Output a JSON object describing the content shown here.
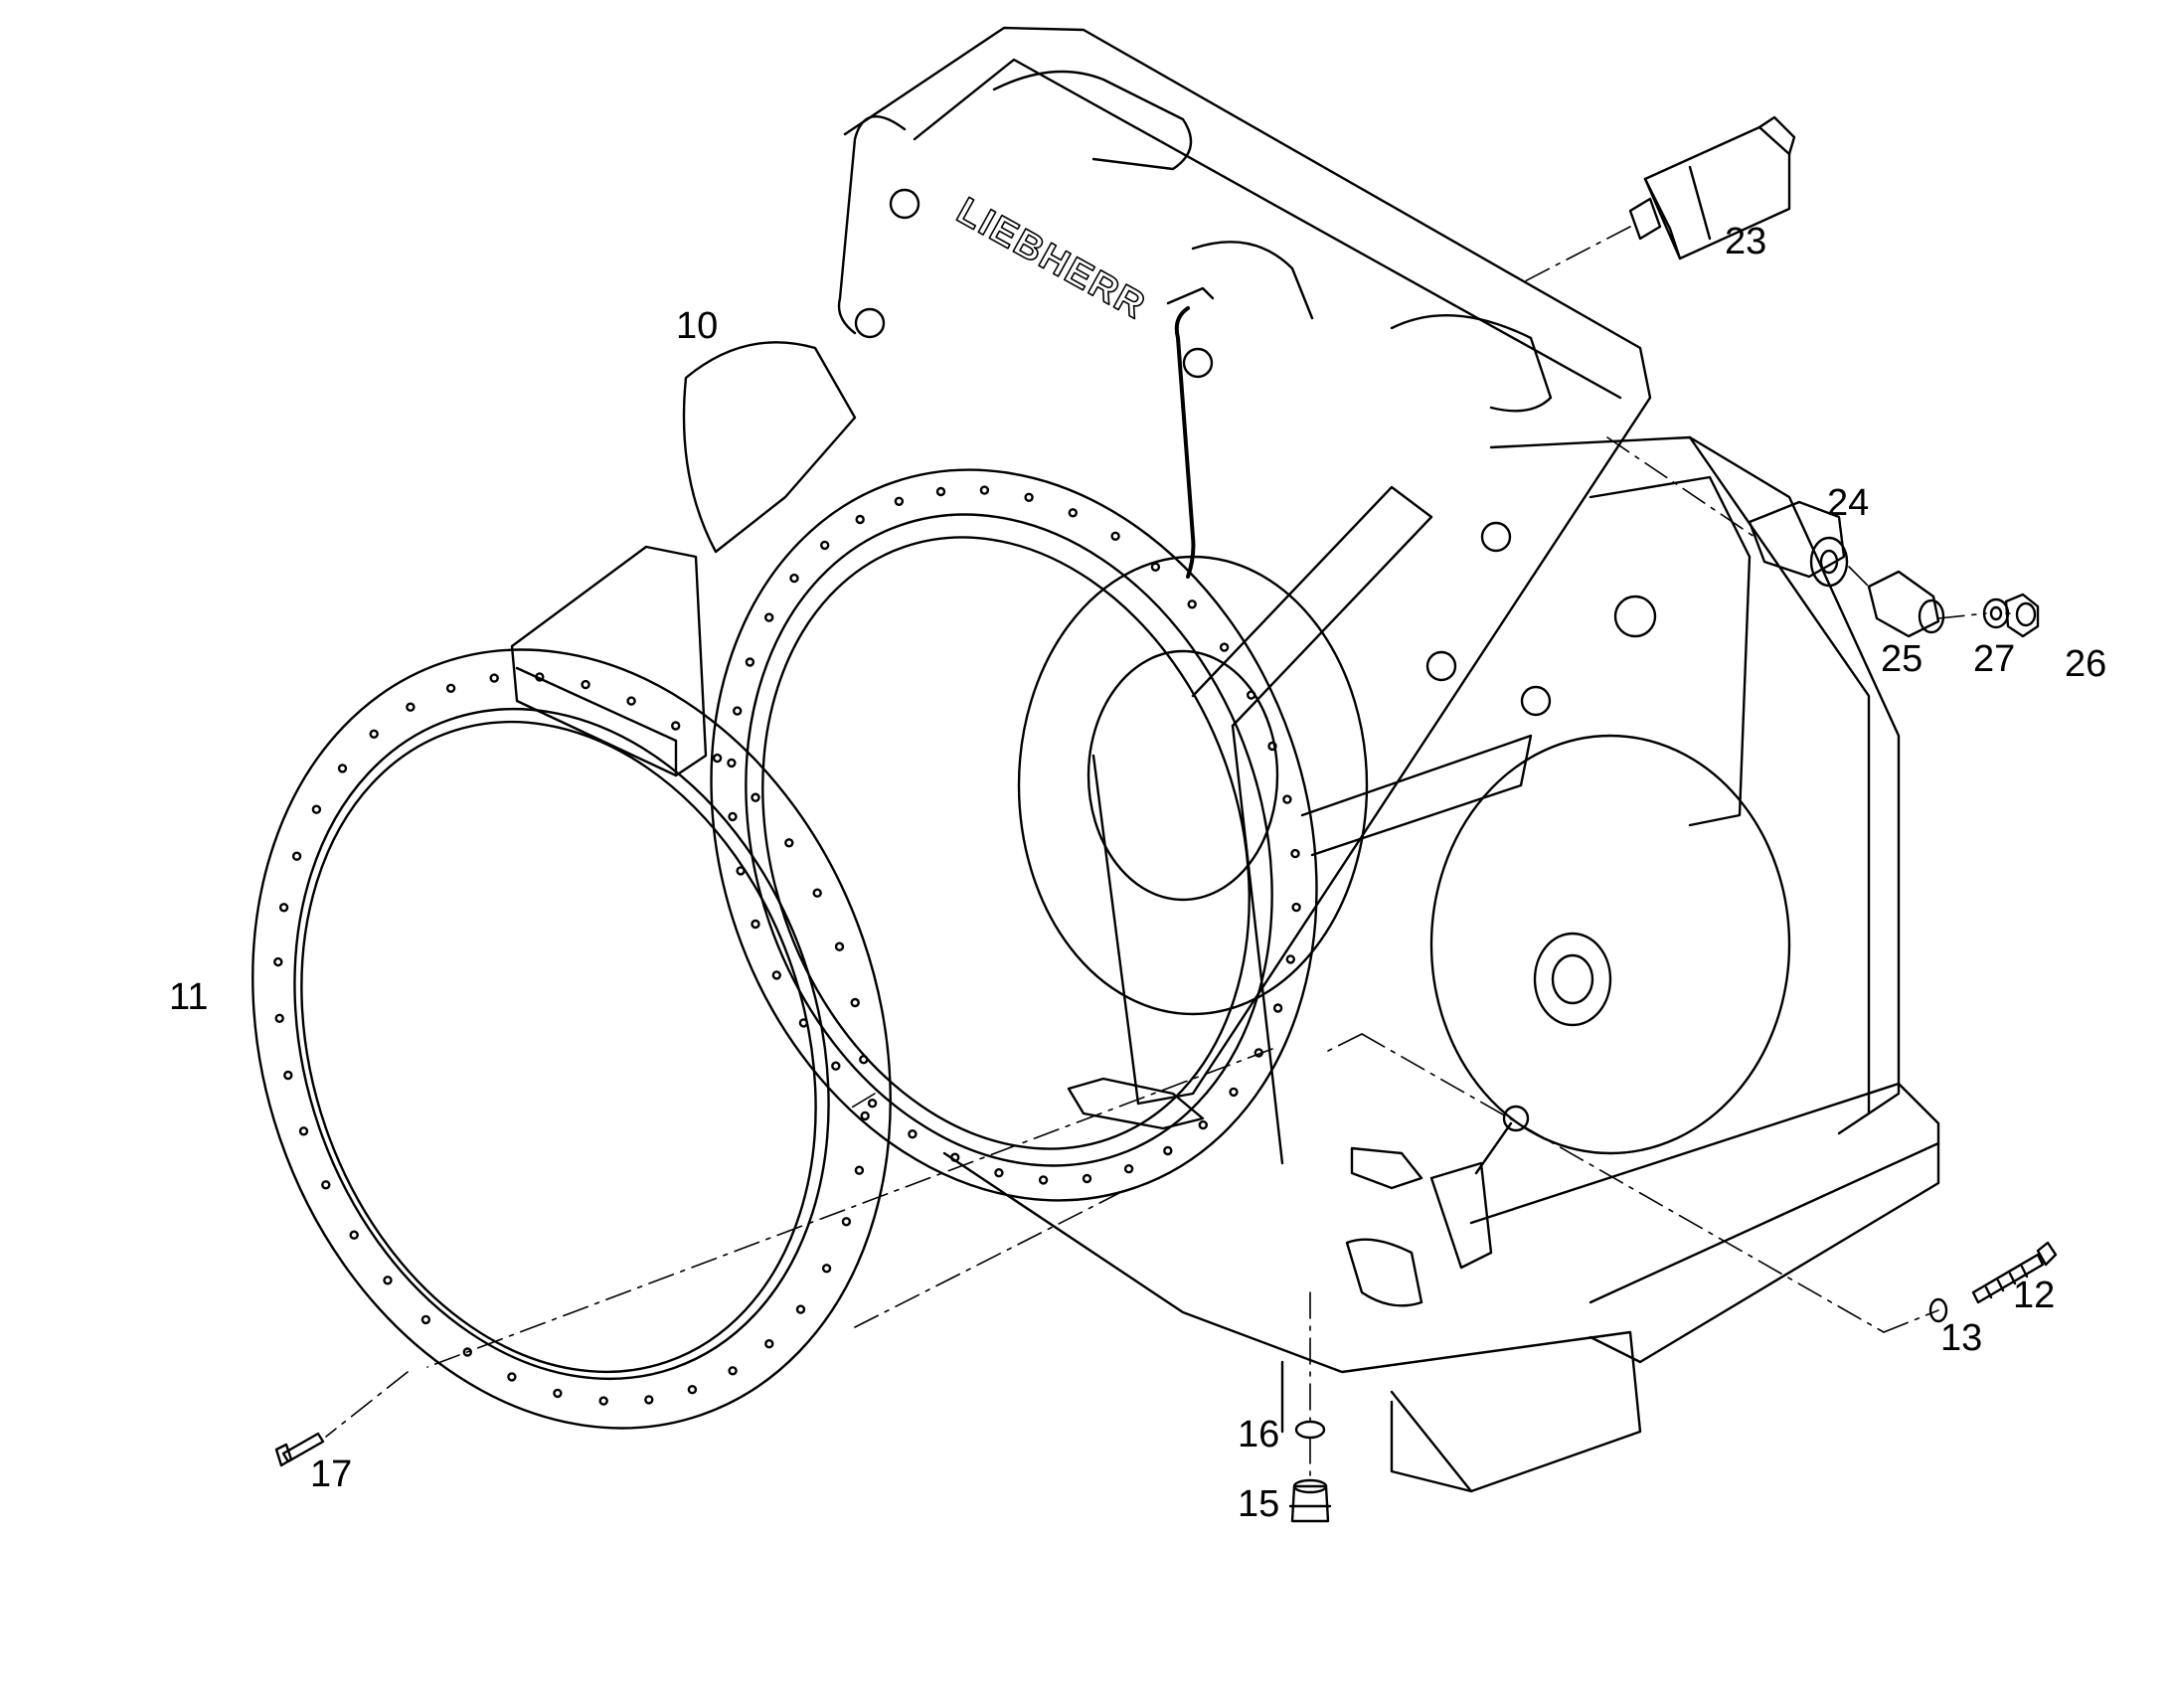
{
  "brand": {
    "logo_text": "LIEBHERR"
  },
  "callouts": {
    "c10": "10",
    "c11": "11",
    "c12": "12",
    "c13": "13",
    "c15": "15",
    "c16": "16",
    "c17": "17",
    "c23": "23",
    "c24": "24",
    "c25": "25",
    "c26": "26",
    "c27": "27"
  },
  "colors": {
    "line": "#000000",
    "paper": "#ffffff"
  }
}
